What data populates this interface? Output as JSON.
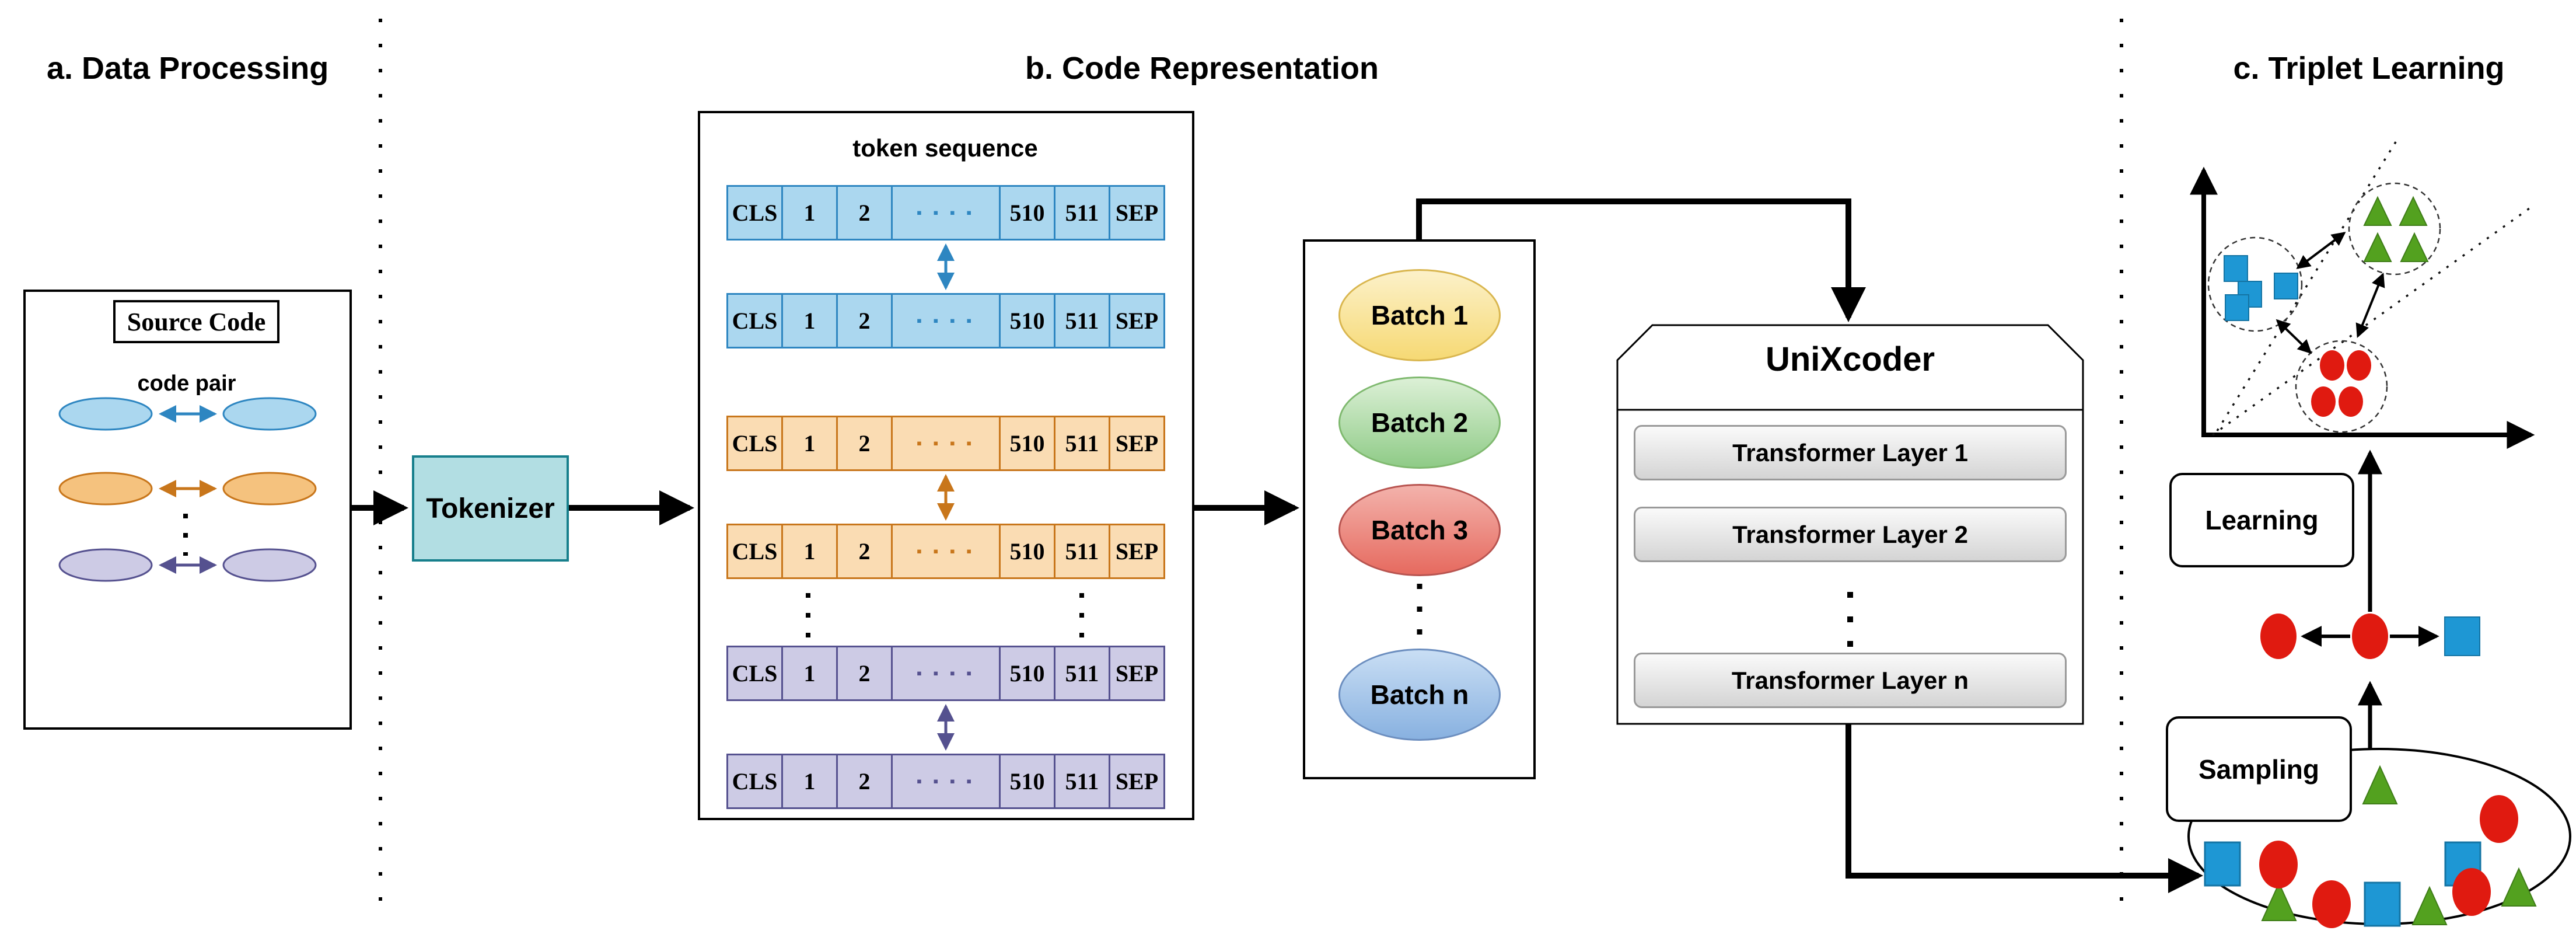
{
  "sections": {
    "a": {
      "title": "a. Data Processing"
    },
    "b": {
      "title": "b. Code Representation"
    },
    "c": {
      "title": "c.  Triplet Learning"
    }
  },
  "data_processing": {
    "source_code_label": "Source Code",
    "code_pair_label": "code pair"
  },
  "tokenizer": {
    "label": "Tokenizer"
  },
  "code_representation": {
    "box_title": "token sequence",
    "cells": [
      "CLS",
      "1",
      "2",
      "▪ ▪ ▪ ▪",
      "510",
      "511",
      "SEP"
    ],
    "rows": [
      {
        "color": "blue"
      },
      {
        "color": "blue"
      },
      {
        "color": "orange"
      },
      {
        "color": "orange"
      },
      {
        "color": "purple"
      },
      {
        "color": "purple"
      }
    ]
  },
  "batches": {
    "items": [
      {
        "label": "Batch 1",
        "from": "#FCF1C9",
        "to": "#F6D974",
        "stroke": "#D9B64F"
      },
      {
        "label": "Batch 2",
        "from": "#DCF0D6",
        "to": "#8FCB87",
        "stroke": "#7FB96F"
      },
      {
        "label": "Batch 3",
        "from": "#F3B2AB",
        "to": "#E66A5F",
        "stroke": "#B85450"
      },
      {
        "label": "Batch n",
        "from": "#C9DEF4",
        "to": "#88B1E0",
        "stroke": "#6C8EBF"
      }
    ]
  },
  "unixcoder": {
    "title": "UniXcoder",
    "layers": [
      "Transformer Layer 1",
      "Transformer Layer 2",
      "Transformer Layer n"
    ]
  },
  "triplet_learning": {
    "learning_label": "Learning",
    "sampling_label": "Sampling"
  },
  "palette": {
    "blue_stroke": "#2E86C1",
    "blue_fill": "#ABD7EF",
    "orange_stroke": "#C8761B",
    "orange_fill": "#FADCB3",
    "orange_fill_strong": "#F5C27E",
    "purple_stroke": "#55518F",
    "purple_fill": "#CDCBE5",
    "teal_stroke": "#177F8C",
    "teal_fill": "#B2DEE3",
    "gray_from": "#FAFAFA",
    "gray_to": "#D4D4D4",
    "gray_stroke": "#999999",
    "shape_blue": "#1E97D4",
    "shape_blue_stroke": "#1474A4",
    "shape_green": "#53A11F",
    "shape_green_stroke": "#3F7D18",
    "shape_red": "#E01A10"
  }
}
